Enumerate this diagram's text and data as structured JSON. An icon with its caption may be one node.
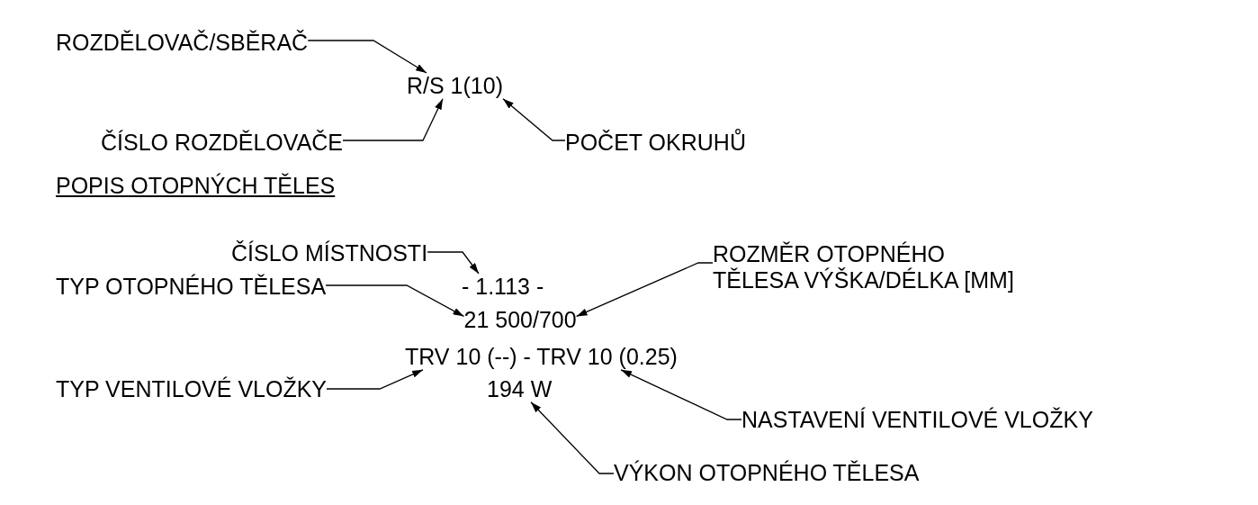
{
  "diagram": {
    "nodes": [
      {
        "text": [
          "ROZDĚLOVAČ/SBĚRAČ"
        ]
      },
      {
        "text": [
          "R/S 1(10)"
        ]
      },
      {
        "text": [
          "ČÍSLO ROZDĚLOVAČE"
        ]
      },
      {
        "text": [
          "POČET OKRUHŮ"
        ]
      },
      {
        "text": [
          "ČÍSLO MÍSTNOSTI"
        ]
      },
      {
        "text": [
          "- 1.113 -"
        ]
      },
      {
        "text": [
          "TYP OTOPNÉHO TĚLESA"
        ]
      },
      {
        "text": [
          "21 500/700"
        ]
      },
      {
        "text": [
          "ROZMĚR OTOPNÉHO TĚLESA VÝŠKA/DÉLKA [MM]"
        ]
      },
      {
        "text": [
          "TRV 10 (--) - TRV 10 (0.25)"
        ]
      },
      {
        "text": [
          "TYP VENTILOVÉ VLOŽKY"
        ]
      },
      {
        "text": [
          "194 W"
        ]
      },
      {
        "text": [
          "NASTAVENÍ VENTILOVÉ VLOŽKY"
        ]
      },
      {
        "text": [
          "VÝKON OTOPNÉHO TĚLESA"
        ]
      }
    ],
    "edges": [
      {
        "from": 0,
        "to": 1,
        "arrow": "to"
      },
      {
        "from": 2,
        "to": 1,
        "arrow": "to"
      },
      {
        "from": 3,
        "to": 1,
        "arrow": "to"
      },
      {
        "from": 4,
        "to": 5,
        "arrow": "to"
      },
      {
        "from": 6,
        "to": 7,
        "arrow": "to"
      },
      {
        "from": 8,
        "to": 7,
        "arrow": "to"
      },
      {
        "from": 10,
        "to": 9,
        "arrow": "to"
      },
      {
        "from": 12,
        "to": 9,
        "arrow": "to"
      },
      {
        "from": 13,
        "to": 11,
        "arrow": "to"
      }
    ],
    "labels": [
      "POPIS OTOPNÝCH TĚLES"
    ]
  }
}
